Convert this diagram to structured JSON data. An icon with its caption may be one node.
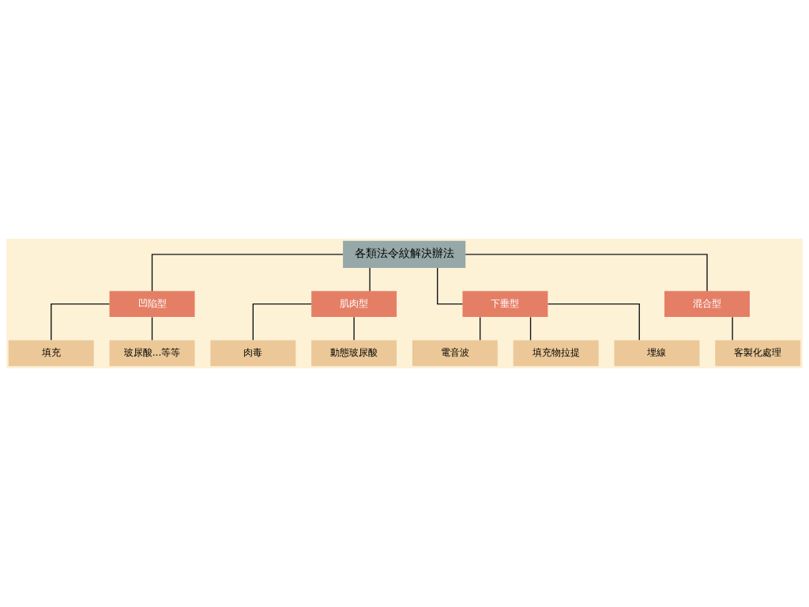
{
  "diagram": {
    "nodes": [
      {
        "text": [
          "各類法令紋解決辦法"
        ]
      },
      {
        "text": [
          "凹陷型"
        ]
      },
      {
        "text": [
          "填充"
        ]
      },
      {
        "text": [
          "玻尿酸...等等"
        ]
      },
      {
        "text": [
          "肌肉型"
        ]
      },
      {
        "text": [
          "肉毒"
        ]
      },
      {
        "text": [
          "動態玻尿酸"
        ]
      },
      {
        "text": [
          "下垂型"
        ]
      },
      {
        "text": [
          "電音波"
        ]
      },
      {
        "text": [
          "填充物拉提"
        ]
      },
      {
        "text": [
          "埋線"
        ]
      },
      {
        "text": [
          "混合型"
        ]
      },
      {
        "text": [
          "客製化處理"
        ]
      }
    ],
    "edges": [
      {
        "from": 0,
        "to": 1,
        "arrow": "none"
      },
      {
        "from": 0,
        "to": 4,
        "arrow": "none"
      },
      {
        "from": 0,
        "to": 7,
        "arrow": "none"
      },
      {
        "from": 0,
        "to": 11,
        "arrow": "none"
      },
      {
        "from": 1,
        "to": 2,
        "arrow": "none"
      },
      {
        "from": 1,
        "to": 3,
        "arrow": "none"
      },
      {
        "from": 4,
        "to": 5,
        "arrow": "none"
      },
      {
        "from": 4,
        "to": 6,
        "arrow": "none"
      },
      {
        "from": 7,
        "to": 8,
        "arrow": "none"
      },
      {
        "from": 7,
        "to": 9,
        "arrow": "none"
      },
      {
        "from": 7,
        "to": 10,
        "arrow": "none"
      },
      {
        "from": 11,
        "to": 12,
        "arrow": "none"
      }
    ]
  }
}
